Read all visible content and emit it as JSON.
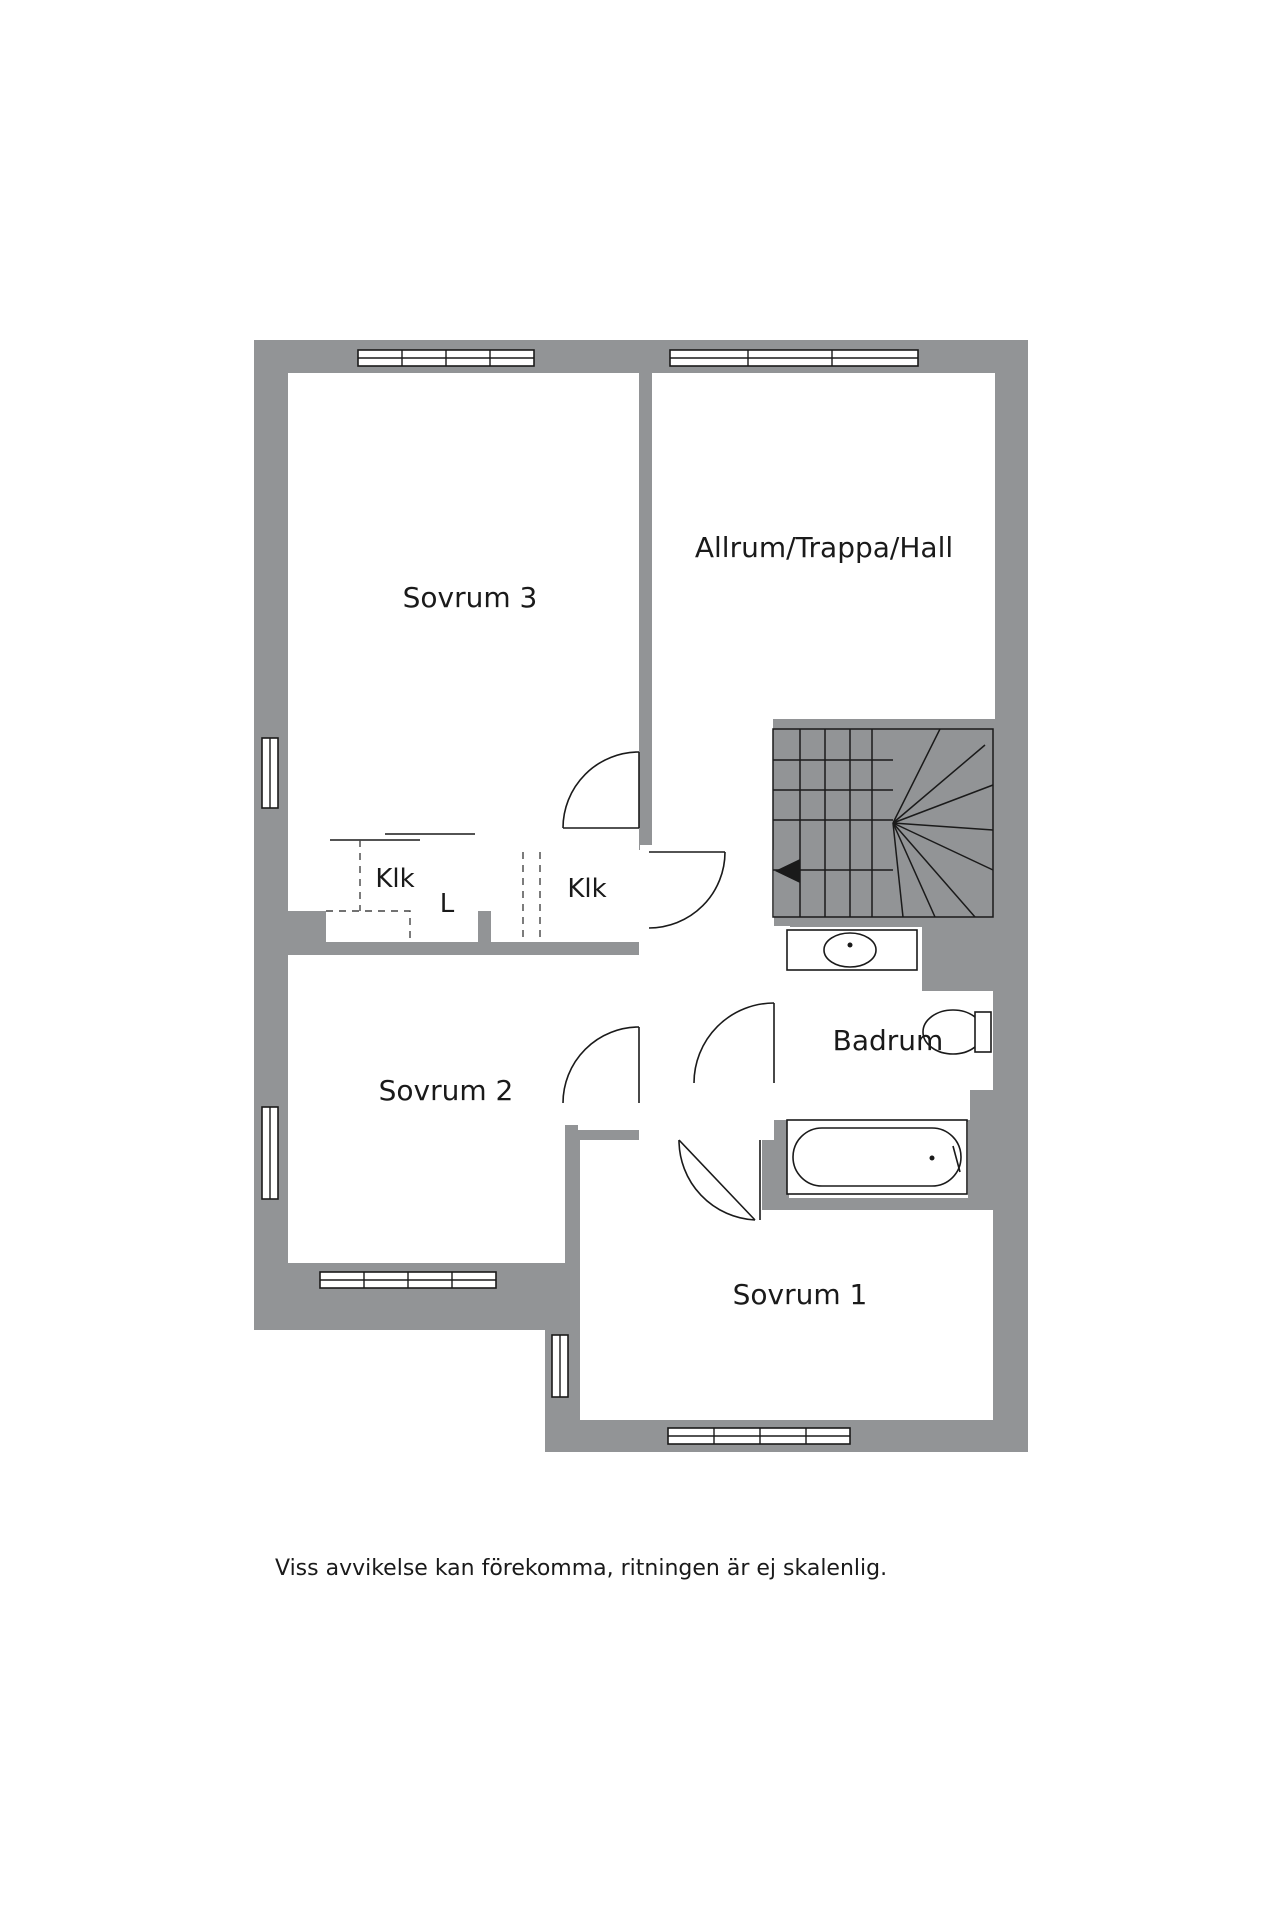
{
  "rooms": {
    "sovrum3": "Sovrum 3",
    "allrum": "Allrum/Trappa/Hall",
    "klk1": "Klk",
    "klk1_sub": "L",
    "klk2": "Klk",
    "badrum": "Badrum",
    "sovrum2": "Sovrum 2",
    "sovrum1": "Sovrum 1"
  },
  "disclaimer": "Viss avvikelse kan förekomma, ritningen är ej skalenlig.",
  "colors": {
    "wall": "#929496",
    "line": "#1a1a1a",
    "background": "#ffffff"
  }
}
